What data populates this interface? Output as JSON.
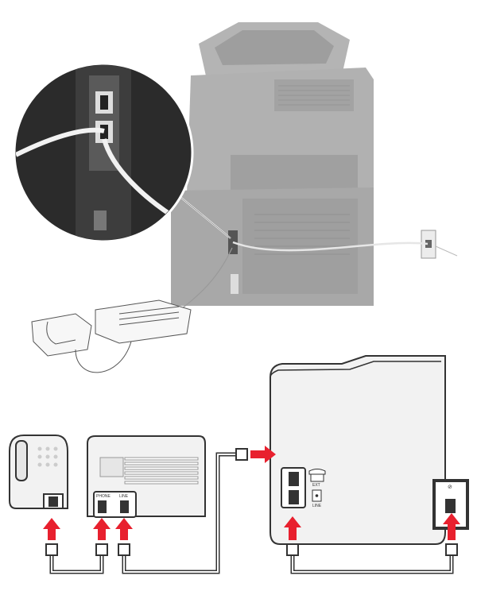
{
  "labels": {
    "answering_machine_phone_port": "PHONE",
    "answering_machine_line_port": "LINE",
    "printer_ext_port": "EXT",
    "printer_line_port": "LINE",
    "wall_jack_symbol": "⊘"
  },
  "colors": {
    "arrow": "#e8202e",
    "printer_photo": "#a9a9a9",
    "outline": "#333333",
    "panel": "#f2f2f2"
  }
}
